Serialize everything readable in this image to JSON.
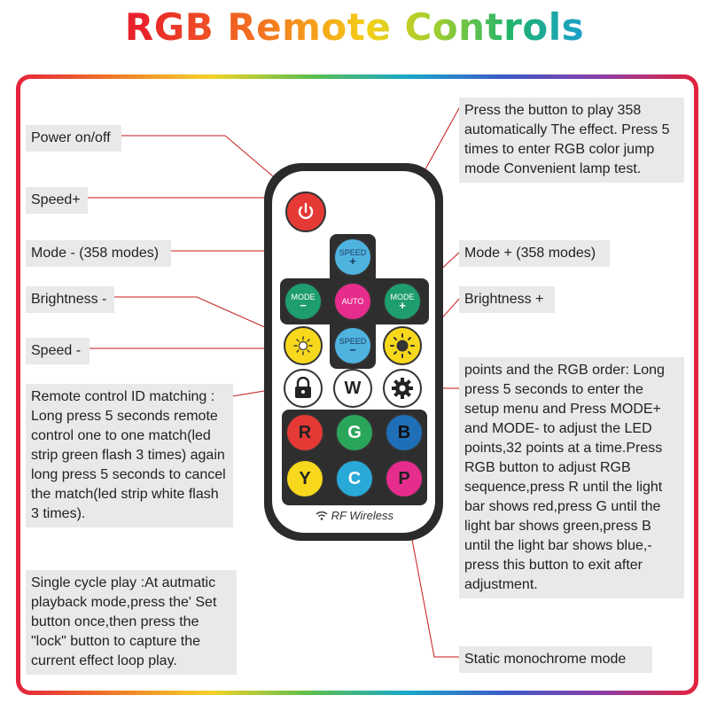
{
  "title": "RGB Remote Controls",
  "labels": {
    "power": "Power on/off",
    "speed_plus": "Speed+",
    "mode_minus": "Mode - (358 modes)",
    "brightness_minus": "Brightness -",
    "speed_minus": "Speed -",
    "remote_id": "Remote control ID matching : Long press 5 seconds remote control one to one match(led strip green flash 3 times) again long press 5 seconds to cancel the match(led strip white flash 3 times).",
    "single_cycle": "Single cycle play :At autmatic playback mode,press the' Set button once,then press the \"lock\"  button to capture the current effect loop play.",
    "auto": "Press the button to play 358 automatically The effect. Press 5 times to enter RGB color jump mode Convenient lamp test.",
    "mode_plus": "Mode + (358 modes)",
    "brightness_plus": "Brightness +",
    "setup": "points and the RGB order: Long press 5 seconds to enter the setup menu and Press MODE+ and MODE- to adjust the LED points,32 points at a time.Press RGB button to adjust RGB sequence,press R until the light bar shows red,press G until the light bar shows green,press B until the light bar shows blue,-press this button to exit after adjustment.",
    "static": "Static monochrome mode"
  },
  "remote": {
    "speed_top": "SPEED",
    "plus": "+",
    "minus": "−",
    "mode": "MODE",
    "auto": "AUTO",
    "w": "W",
    "r": "R",
    "g": "G",
    "b": "B",
    "y": "Y",
    "c": "C",
    "p": "P",
    "rf": "RF Wireless"
  },
  "colors": {
    "power": "#e53935",
    "speed": "#4fb3e0",
    "mode": "#1e9e6e",
    "auto": "#e62c8c",
    "bright": "#f7d81c",
    "red": "#e53935",
    "green": "#2aa65a",
    "blue": "#1f6fb8",
    "yellow": "#f7d81c",
    "cyan": "#29a9d8",
    "pink": "#e62c8c",
    "line": "#c41a1a"
  }
}
